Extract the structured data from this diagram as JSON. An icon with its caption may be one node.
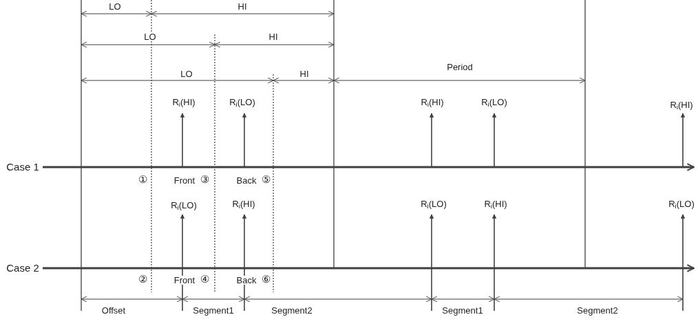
{
  "diagram": {
    "labels": [
      "LO",
      "HI",
      "LO",
      "HI",
      "LO",
      "HI",
      "Period",
      "R$_{i}$(HI)",
      "R$_{i}$(LO)",
      "R$_{i}$(HI)",
      "R$_{i}$(LO)",
      "R$_{i}$(HI)",
      "Case 1",
      "①",
      "Front",
      "③",
      "Back",
      "⑤",
      "R$_{i}$(LO)",
      "R$_{i}$(HI)",
      "R$_{i}$(LO)",
      "R$_{i}$(HI)",
      "R$_{i}$(LO)",
      "Case 2",
      "②",
      "Front",
      "④",
      "Back",
      "⑥",
      "Offset",
      "Segment1",
      "Segment2",
      "Segment1",
      "Segment2"
    ]
  }
}
